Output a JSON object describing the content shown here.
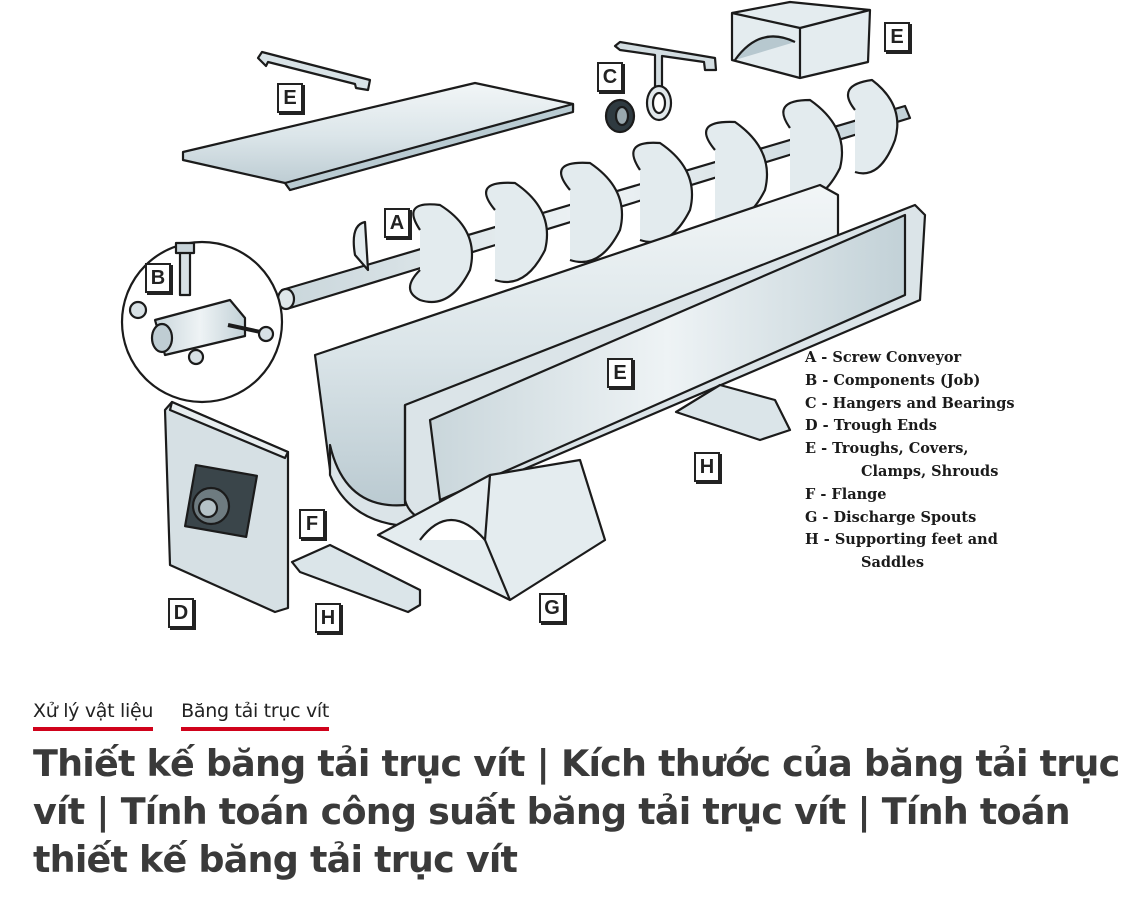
{
  "figure": {
    "alt": "Screw conveyor exploded components diagram",
    "labels": [
      "E",
      "E",
      "C",
      "A",
      "B",
      "E",
      "H",
      "F",
      "D",
      "H",
      "G"
    ],
    "legend": [
      "A - Screw Conveyor",
      "B - Components (Job)",
      "C - Hangers and Bearings",
      "D - Trough Ends",
      "E - Troughs, Covers,",
      "Clamps, Shrouds",
      "F - Flange",
      "G - Discharge Spouts",
      "H - Supporting feet and",
      "Saddles"
    ]
  },
  "categories": [
    {
      "label": "Xử lý vật liệu"
    },
    {
      "label": "Băng tải trục vít"
    }
  ],
  "article": {
    "title": "Thiết kế băng tải trục vít | Kích thước của băng tải trục vít | Tính toán công suất băng tải trục vít | Tính toán thiết kế băng tải trục vít"
  },
  "colors": {
    "accent": "#d0021b",
    "title_text": "#3a3a3a",
    "metal_light": "#e6edf0",
    "metal_shade": "#b8c8cf"
  }
}
